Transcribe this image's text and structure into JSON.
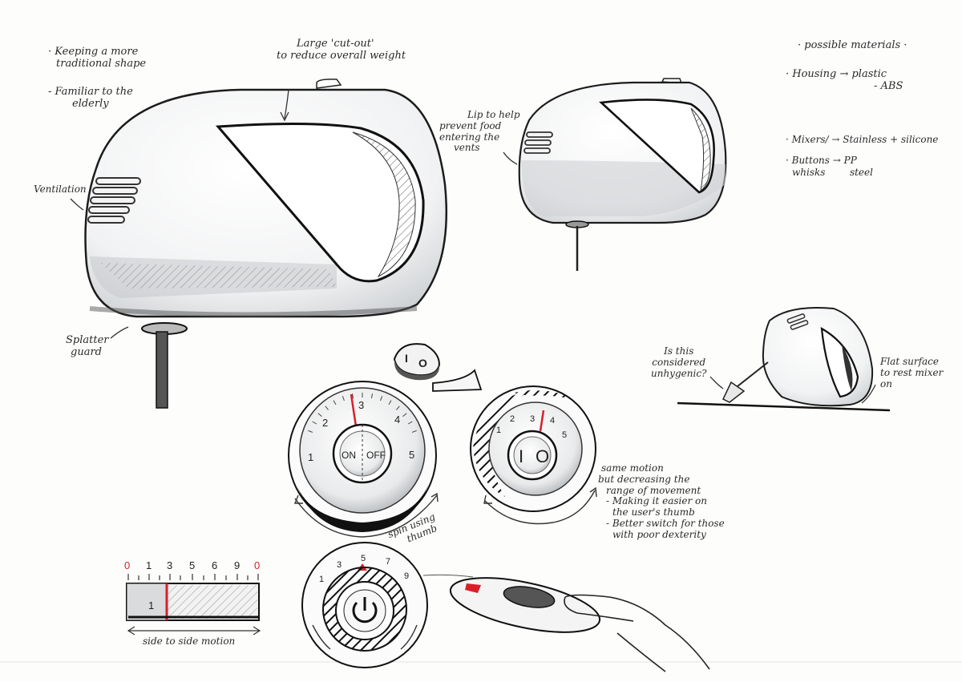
{
  "annotations": {
    "traditional_1": "· Keeping a more",
    "traditional_2": "traditional shape",
    "familiar_1": "- Familiar to the",
    "familiar_2": "elderly",
    "cutout_1": "Large 'cut-out'",
    "cutout_2": "to reduce overall weight",
    "ventilation": "Ventilation",
    "splatter_1": "Splatter",
    "splatter_2": "guard",
    "lip_1": "Lip to help",
    "lip_2": "prevent food",
    "lip_3": "entering the",
    "lip_4": "vents",
    "materials_title": "· possible materials ·",
    "housing_1": "· Housing → plastic",
    "housing_2": "- ABS",
    "mixers_1": "· Mixers/ → Stainless + silicone",
    "mixers_2": "whisks        steel",
    "buttons": "· Buttons → PP",
    "unhygenic_1": "Is this",
    "unhygenic_2": "considered",
    "unhygenic_3": "unhygenic?",
    "flat_1": "Flat surface",
    "flat_2": "to rest mixer",
    "flat_3": "on",
    "motion_1": "same motion",
    "motion_2": "but decreasing the",
    "motion_3": "range of movement",
    "motion_4": "- Making it easier on",
    "motion_5": "the user's thumb",
    "motion_6": "- Better switch for those",
    "motion_7": "with poor dexterity",
    "spin_1": "spin using",
    "spin_2": "thumb",
    "side_to_side": "side to side motion"
  },
  "dial_large": {
    "numbers": [
      "1",
      "2",
      "3",
      "4",
      "5"
    ],
    "on_label": "ON",
    "off_label": "OFF"
  },
  "dial_medium": {
    "numbers": [
      "1",
      "2",
      "3",
      "4",
      "5"
    ],
    "on_label": "I",
    "off_label": "O"
  },
  "dial_bottom": {
    "numbers": [
      "1",
      "3",
      "5",
      "7",
      "9"
    ]
  },
  "slider": {
    "numbers": [
      "0",
      "1",
      "3",
      "5",
      "6",
      "9",
      "0"
    ],
    "current_label": "1"
  },
  "small_button": {
    "on_label": "I",
    "off_label": "O"
  },
  "colors": {
    "accent_red": "#d8202a",
    "ink": "#1e1e1e",
    "marker_grey": "#c9cbcd"
  }
}
